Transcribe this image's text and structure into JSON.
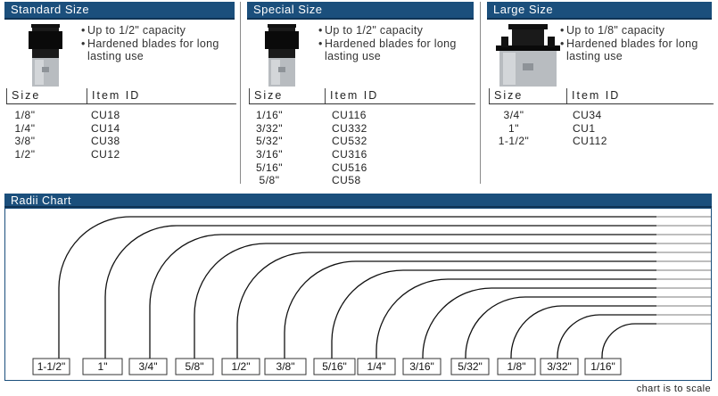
{
  "panels": [
    {
      "title": "Standard Size",
      "bullets": [
        "Up to 1/2\" capacity",
        "Hardened blades for long",
        "lasting use"
      ],
      "headers": [
        "Size",
        "Item ID"
      ],
      "rows": [
        {
          "size": "1/8\"",
          "id": "CU18"
        },
        {
          "size": "1/4\"",
          "id": "CU14"
        },
        {
          "size": "3/8\"",
          "id": "CU38"
        },
        {
          "size": "1/2\"",
          "id": "CU12"
        }
      ]
    },
    {
      "title": "Special Size",
      "bullets": [
        "Up to 1/2\" capacity",
        "Hardened blades for long",
        "lasting use"
      ],
      "headers": [
        "Size",
        "Item ID"
      ],
      "rows": [
        {
          "size": "1/16\"",
          "id": "CU116"
        },
        {
          "size": "3/32\"",
          "id": "CU332"
        },
        {
          "size": "5/32\"",
          "id": "CU532"
        },
        {
          "size": "3/16\"",
          "id": "CU316"
        },
        {
          "size": "5/16\"",
          "id": "CU516"
        },
        {
          "size": "5/8\"",
          "id": "CU58"
        }
      ]
    },
    {
      "title": "Large Size",
      "bullets": [
        "Up to 1/8\" capacity",
        "Hardened blades for long",
        "lasting use"
      ],
      "headers": [
        "Size",
        "Item ID"
      ],
      "rows": [
        {
          "size": "3/4\"",
          "id": "CU34"
        },
        {
          "size": "1\"",
          "id": "CU1"
        },
        {
          "size": "1-1/2\"",
          "id": "CU112"
        }
      ]
    }
  ],
  "radii_chart": {
    "title": "Radii Chart",
    "labels": [
      "1-1/2\"",
      "1\"",
      "3/4\"",
      "5/8\"",
      "1/2\"",
      "3/8\"",
      "5/16\"",
      "1/4\"",
      "3/16\"",
      "5/32\"",
      "1/8\"",
      "3/32\"",
      "1/16\""
    ],
    "note": "chart is to scale"
  },
  "colors": {
    "header": "#1b4f7c",
    "line": "#111111"
  }
}
